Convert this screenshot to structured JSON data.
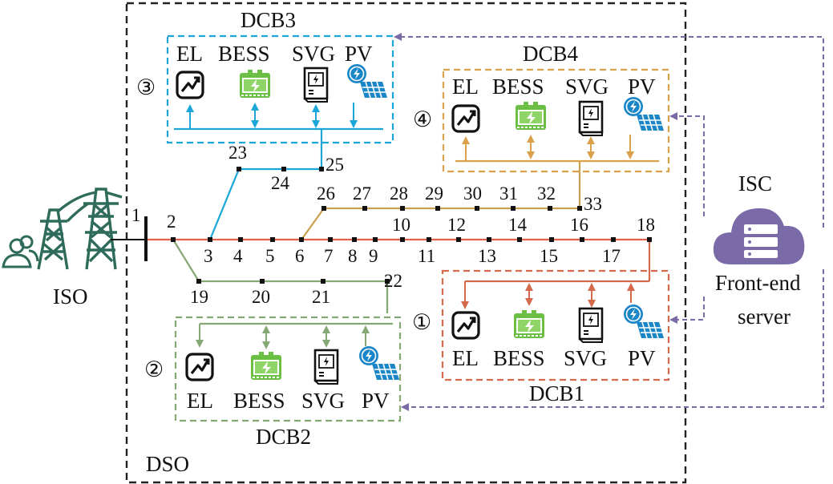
{
  "labels": {
    "dso": "DSO",
    "iso": "ISO",
    "isc": "ISC",
    "front_end_server_line1": "Front-end",
    "front_end_server_line2": "server"
  },
  "clusters": {
    "dcb1": {
      "title": "DCB1",
      "marker": "①",
      "color": "#d4694c",
      "devices": [
        "EL",
        "BESS",
        "SVG",
        "PV"
      ]
    },
    "dcb2": {
      "title": "DCB2",
      "marker": "②",
      "color": "#86a874",
      "devices": [
        "EL",
        "BESS",
        "SVG",
        "PV"
      ]
    },
    "dcb3": {
      "title": "DCB3",
      "marker": "③",
      "color": "#1aa6d8",
      "devices": [
        "EL",
        "BESS",
        "SVG",
        "PV"
      ]
    },
    "dcb4": {
      "title": "DCB4",
      "marker": "④",
      "color": "#d9a24a",
      "devices": [
        "EL",
        "BESS",
        "SVG",
        "PV"
      ]
    }
  },
  "buses": [
    "1",
    "2",
    "3",
    "4",
    "5",
    "6",
    "7",
    "8",
    "9",
    "10",
    "11",
    "12",
    "13",
    "14",
    "15",
    "16",
    "17",
    "18",
    "19",
    "20",
    "21",
    "22",
    "23",
    "24",
    "25",
    "26",
    "27",
    "28",
    "29",
    "30",
    "31",
    "32",
    "33"
  ],
  "colors": {
    "main_feeder": "#e0624a",
    "branch_19_22": "#86a874",
    "branch_23_25": "#1aa6d8",
    "branch_26_33": "#c9a050",
    "communication": "#7b6aa8",
    "iso_tower": "#2f6b5a",
    "cloud": "#7b6aa8",
    "bess_green": "#6cbf45",
    "pv_blue": "#1a86c8"
  },
  "icons": [
    "transmission-tower-icon",
    "users-icon",
    "cloud-server-icon",
    "electric-load-icon",
    "battery-icon",
    "svg-device-icon",
    "solar-panel-icon"
  ]
}
